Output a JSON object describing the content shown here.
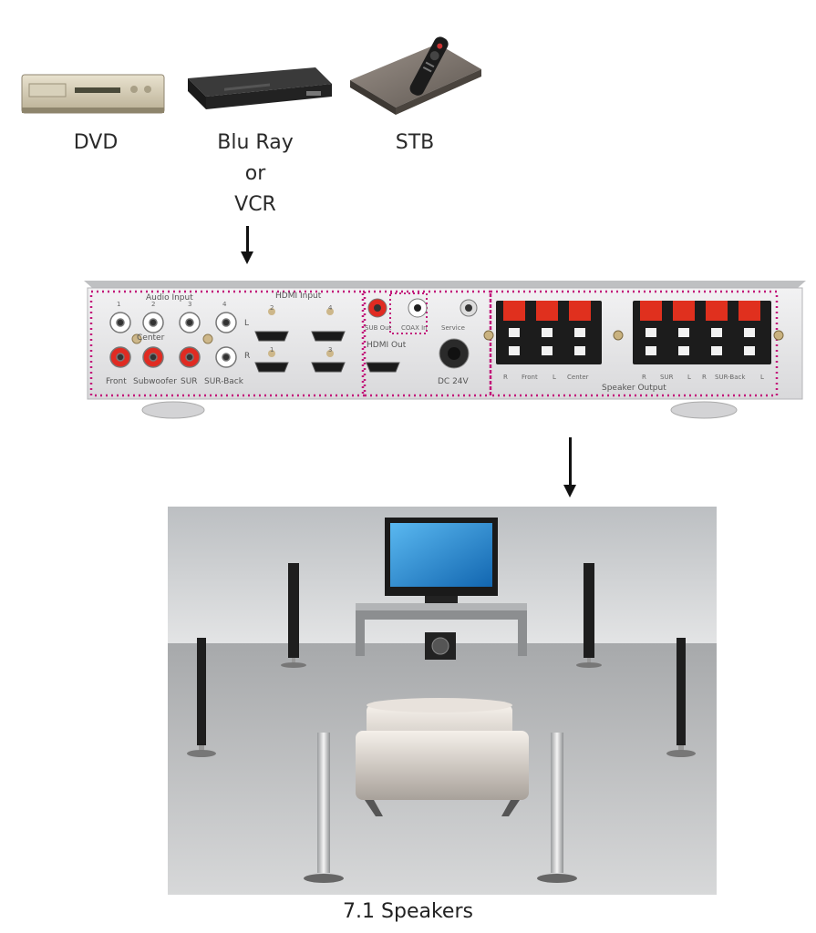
{
  "sources": {
    "dvd_label": "DVD",
    "bluray_label_line1": "Blu Ray",
    "bluray_label_line2": "or",
    "bluray_label_line3": "VCR",
    "stb_label": "STB"
  },
  "rear_panel": {
    "audio_input_label": "Audio Input",
    "hdmi_input_label": "HDMI Input",
    "hdmi_out_label": "HDMI Out",
    "sub_out_label": "SUB Out",
    "coax_in_label": "COAX In",
    "service_label": "Service",
    "dc_label": "DC 24V",
    "speaker_output_label": "Speaker Output",
    "channel_numbers": [
      "1",
      "2",
      "3",
      "4"
    ],
    "hdmi_numbers_top": [
      "2",
      "4"
    ],
    "hdmi_numbers_bottom": [
      "1",
      "3"
    ],
    "l_label": "L",
    "r_label": "R",
    "center_label": "Center",
    "bottom_labels": [
      "Front",
      "Subwoofer",
      "SUR",
      "SUR-Back"
    ],
    "speaker_sublabels": [
      "R",
      "Front",
      "L",
      "Center",
      "R",
      "SUR",
      "L",
      "R",
      "SUR-Back",
      "L"
    ]
  },
  "room": {
    "caption": "7.1 Speakers"
  },
  "colors": {
    "dotted_border": "#c2187a",
    "speaker_terminal_red": "#e0301e",
    "room_wall": "#c8cacc",
    "floor": "#9a9c9e",
    "tv_screen": "#2a8fd6"
  }
}
